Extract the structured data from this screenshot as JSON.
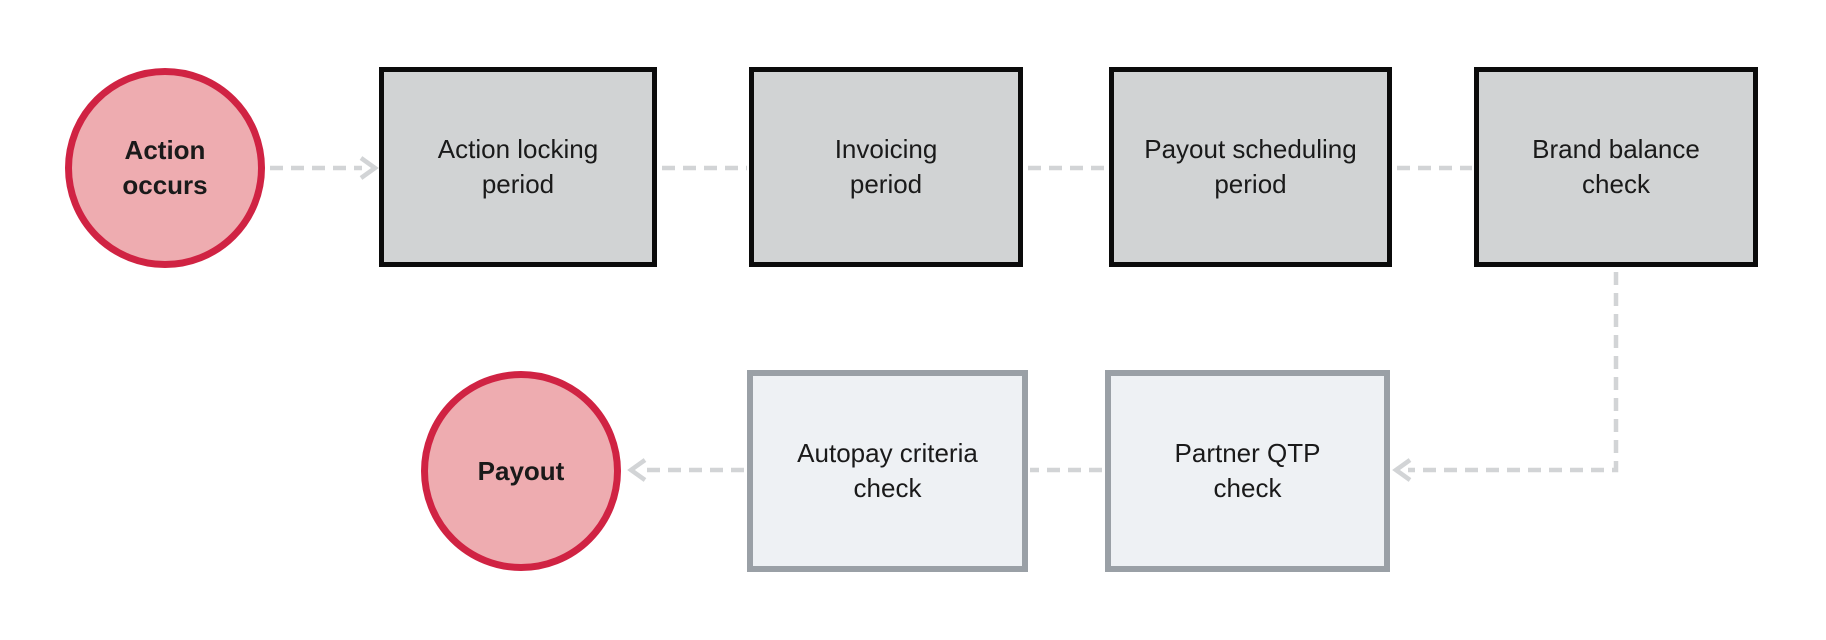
{
  "diagram": {
    "description": "Payout process flowchart",
    "nodes": {
      "action_occurs": {
        "label": "Action\noccurs",
        "shape": "circle",
        "row": "top"
      },
      "action_locking": {
        "label": "Action locking\nperiod",
        "shape": "rect",
        "row": "top"
      },
      "invoicing": {
        "label": "Invoicing\nperiod",
        "shape": "rect",
        "row": "top"
      },
      "payout_scheduling": {
        "label": "Payout scheduling\nperiod",
        "shape": "rect",
        "row": "top"
      },
      "brand_balance": {
        "label": "Brand balance\ncheck",
        "shape": "rect",
        "row": "top"
      },
      "partner_qtp": {
        "label": "Partner QTP\ncheck",
        "shape": "rect",
        "row": "bottom"
      },
      "autopay_criteria": {
        "label": "Autopay criteria\ncheck",
        "shape": "rect",
        "row": "bottom"
      },
      "payout": {
        "label": "Payout",
        "shape": "circle",
        "row": "bottom"
      }
    },
    "edges": [
      {
        "from": "action_occurs",
        "to": "action_locking",
        "style": "dashed",
        "arrowhead": true
      },
      {
        "from": "action_locking",
        "to": "invoicing",
        "style": "dashed",
        "arrowhead": false
      },
      {
        "from": "invoicing",
        "to": "payout_scheduling",
        "style": "dashed",
        "arrowhead": false
      },
      {
        "from": "payout_scheduling",
        "to": "brand_balance",
        "style": "dashed",
        "arrowhead": false
      },
      {
        "from": "brand_balance",
        "to": "partner_qtp",
        "style": "dashed",
        "arrowhead": true,
        "routing": "elbow-down-left"
      },
      {
        "from": "partner_qtp",
        "to": "autopay_criteria",
        "style": "dashed",
        "arrowhead": false
      },
      {
        "from": "autopay_criteria",
        "to": "payout",
        "style": "dashed",
        "arrowhead": true
      }
    ],
    "colors": {
      "circle_fill": "#eeacb0",
      "circle_border": "#d02343",
      "stage_fill": "#d1d3d4",
      "stage_border": "#0b0b0b",
      "check_fill": "#eef1f4",
      "check_border": "#9aa0a6",
      "connector": "#d2d4d6",
      "text": "#1a1a1a",
      "canvas_bg": "#ffffff"
    }
  }
}
